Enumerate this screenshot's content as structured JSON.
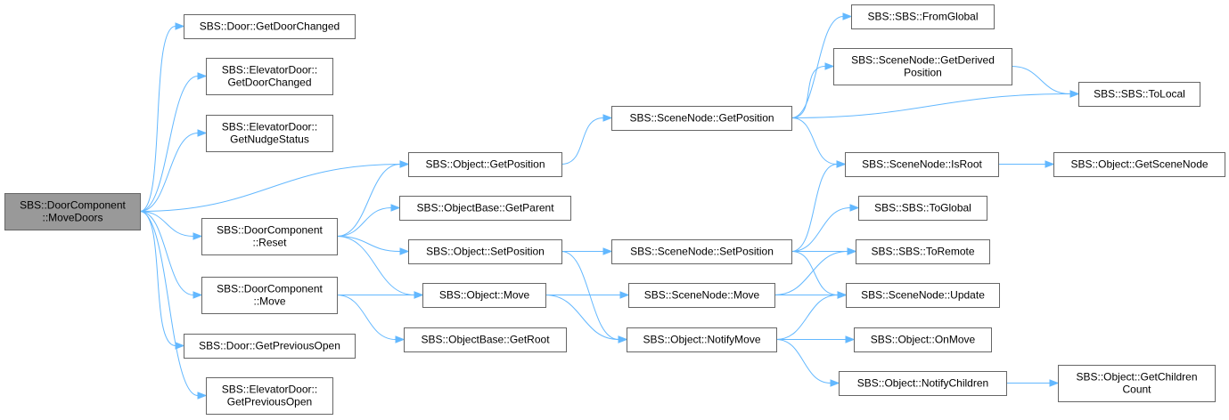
{
  "nodes": [
    {
      "id": "n0",
      "lines": [
        "SBS::DoorComponent",
        "::MoveDoors"
      ]
    },
    {
      "id": "n1",
      "lines": [
        "SBS::Door::GetDoorChanged"
      ]
    },
    {
      "id": "n2",
      "lines": [
        "SBS::ElevatorDoor::",
        "GetDoorChanged"
      ]
    },
    {
      "id": "n3",
      "lines": [
        "SBS::ElevatorDoor::",
        "GetNudgeStatus"
      ]
    },
    {
      "id": "n4",
      "lines": [
        "SBS::Object::GetPosition"
      ]
    },
    {
      "id": "n5",
      "lines": [
        "SBS::DoorComponent",
        "::Reset"
      ]
    },
    {
      "id": "n6",
      "lines": [
        "SBS::DoorComponent",
        "::Move"
      ]
    },
    {
      "id": "n7",
      "lines": [
        "SBS::Door::GetPreviousOpen"
      ]
    },
    {
      "id": "n8",
      "lines": [
        "SBS::ElevatorDoor::",
        "GetPreviousOpen"
      ]
    },
    {
      "id": "n9",
      "lines": [
        "SBS::ObjectBase::GetParent"
      ]
    },
    {
      "id": "n10",
      "lines": [
        "SBS::Object::SetPosition"
      ]
    },
    {
      "id": "n11",
      "lines": [
        "SBS::Object::Move"
      ]
    },
    {
      "id": "n12",
      "lines": [
        "SBS::ObjectBase::GetRoot"
      ]
    },
    {
      "id": "n13",
      "lines": [
        "SBS::SceneNode::GetPosition"
      ]
    },
    {
      "id": "n14",
      "lines": [
        "SBS::SceneNode::SetPosition"
      ]
    },
    {
      "id": "n15",
      "lines": [
        "SBS::SceneNode::Move"
      ]
    },
    {
      "id": "n16",
      "lines": [
        "SBS::Object::NotifyMove"
      ]
    },
    {
      "id": "n17",
      "lines": [
        "SBS::SBS::FromGlobal"
      ]
    },
    {
      "id": "n18",
      "lines": [
        "SBS::SceneNode::GetDerived",
        "Position"
      ]
    },
    {
      "id": "n19",
      "lines": [
        "SBS::SceneNode::IsRoot"
      ]
    },
    {
      "id": "n20",
      "lines": [
        "SBS::SBS::ToGlobal"
      ]
    },
    {
      "id": "n21",
      "lines": [
        "SBS::SBS::ToRemote"
      ]
    },
    {
      "id": "n22",
      "lines": [
        "SBS::SceneNode::Update"
      ]
    },
    {
      "id": "n23",
      "lines": [
        "SBS::Object::OnMove"
      ]
    },
    {
      "id": "n24",
      "lines": [
        "SBS::Object::NotifyChildren"
      ]
    },
    {
      "id": "n25",
      "lines": [
        "SBS::SBS::ToLocal"
      ]
    },
    {
      "id": "n26",
      "lines": [
        "SBS::Object::GetSceneNode"
      ]
    },
    {
      "id": "n27",
      "lines": [
        "SBS::Object::GetChildren",
        "Count"
      ]
    }
  ],
  "edges": [
    [
      "n0",
      "n1"
    ],
    [
      "n0",
      "n2"
    ],
    [
      "n0",
      "n3"
    ],
    [
      "n0",
      "n4"
    ],
    [
      "n0",
      "n5"
    ],
    [
      "n0",
      "n6"
    ],
    [
      "n0",
      "n7"
    ],
    [
      "n0",
      "n8"
    ],
    [
      "n5",
      "n4"
    ],
    [
      "n5",
      "n9"
    ],
    [
      "n5",
      "n10"
    ],
    [
      "n5",
      "n11"
    ],
    [
      "n6",
      "n11"
    ],
    [
      "n6",
      "n12"
    ],
    [
      "n4",
      "n13"
    ],
    [
      "n10",
      "n14"
    ],
    [
      "n10",
      "n16"
    ],
    [
      "n11",
      "n15"
    ],
    [
      "n11",
      "n16"
    ],
    [
      "n13",
      "n17"
    ],
    [
      "n13",
      "n18"
    ],
    [
      "n13",
      "n25"
    ],
    [
      "n13",
      "n19"
    ],
    [
      "n18",
      "n25"
    ],
    [
      "n19",
      "n26"
    ],
    [
      "n14",
      "n19"
    ],
    [
      "n14",
      "n20"
    ],
    [
      "n14",
      "n21"
    ],
    [
      "n14",
      "n22"
    ],
    [
      "n15",
      "n21"
    ],
    [
      "n15",
      "n22"
    ],
    [
      "n16",
      "n22"
    ],
    [
      "n16",
      "n23"
    ],
    [
      "n16",
      "n24"
    ],
    [
      "n24",
      "n27"
    ]
  ]
}
